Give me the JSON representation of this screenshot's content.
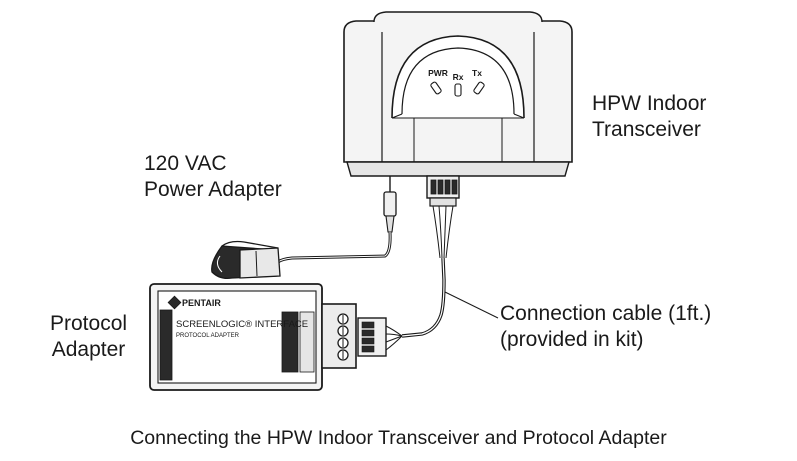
{
  "labels": {
    "transceiver": [
      "HPW Indoor",
      "Transceiver"
    ],
    "power_adapter": [
      "120 VAC",
      "Power Adapter"
    ],
    "protocol_adapter": [
      "Protocol",
      "Adapter"
    ],
    "cable": [
      "Connection cable (1ft.)",
      "(provided in kit)"
    ]
  },
  "transceiver_leds": [
    "PWR",
    "Rx",
    "Tx"
  ],
  "protocol_box": {
    "brand": "PENTAIR",
    "title": "SCREENLOGIC® INTERFACE",
    "subtitle": "PROTOCOL ADAPTER"
  },
  "caption": "Connecting the HPW Indoor Transceiver and Protocol Adapter",
  "colors": {
    "line": "#1a1a1a",
    "fill_light": "#f4f4f4",
    "fill_mid": "#e2e2e2",
    "fill_dark": "#2a2a2a"
  }
}
